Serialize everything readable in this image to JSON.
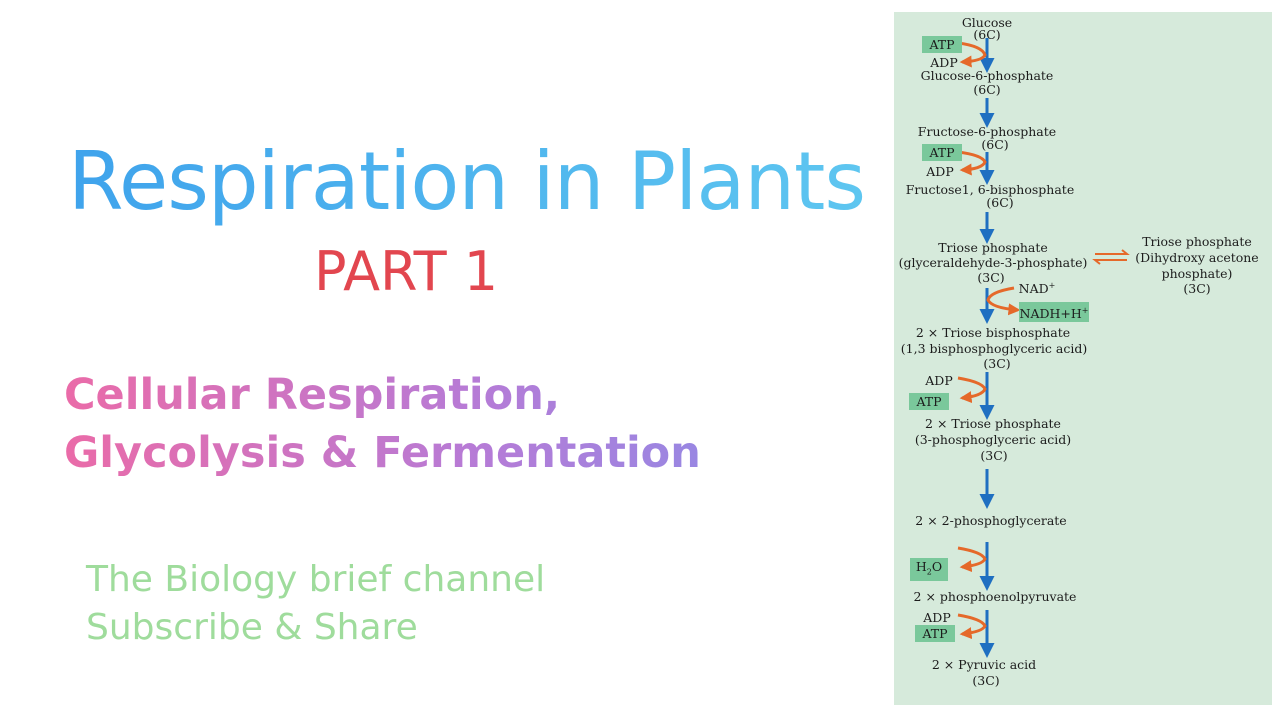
{
  "slide": {
    "title": "Respiration in Plants",
    "part": "PART 1",
    "subtitle": "Cellular Respiration, Glycolysis & Fermentation",
    "channel_line1": "The Biology brief channel",
    "channel_line2": "Subscribe & Share"
  },
  "diagram": {
    "glucose": "Glucose",
    "c6_a": "(6C)",
    "atp_1": "ATP",
    "adp_1": "ADP",
    "glucose_6_phosphate": "Glucose-6-phosphate",
    "c6_b": "(6C)",
    "fructose_6_phosphate": "Fructose-6-phosphate",
    "c6_c": "(6C)",
    "atp_2": "ATP",
    "adp_2": "ADP",
    "fructose_bisphosphate": "Fructose1, 6-bisphosphate",
    "c6_d": "(6C)",
    "triose_phosphate": "Triose phosphate",
    "g3p": "(glyceraldehyde-3-phosphate)",
    "c3_a": "(3C)",
    "nad": "NAD",
    "nad_sup": "+",
    "nadh": "NADH+H",
    "nadh_sup": "+",
    "dhap_line1": "Triose phosphate",
    "dhap_line2": "(Dihydroxy acetone",
    "dhap_line3": "phosphate)",
    "c3_dhap": "(3C)",
    "triose_bisphosphate": "2 × Triose bisphosphate",
    "bpg": "(1,3 bisphosphoglyceric acid)",
    "c3_b": "(3C)",
    "adp_3": "ADP",
    "atp_3": "ATP",
    "triose_phosphate_2": "2 × Triose phosphate",
    "pga": "(3-phosphoglyceric acid)",
    "c3_c": "(3C)",
    "phosphoglycerate": "2 × 2-phosphoglycerate",
    "h2o_h": "H",
    "h2o_sub": "2",
    "h2o_o": "O",
    "pep": "2 × phosphoenolpyruvate",
    "adp_4": "ADP",
    "atp_4": "ATP",
    "pyruvic": "2 × Pyruvic acid",
    "c3_d": "(3C)"
  },
  "colors": {
    "panel_bg": "#d6eadb",
    "box_green": "#7ac89b",
    "arrow_blue": "#1f6fc1",
    "arrow_orange": "#e5692a"
  }
}
